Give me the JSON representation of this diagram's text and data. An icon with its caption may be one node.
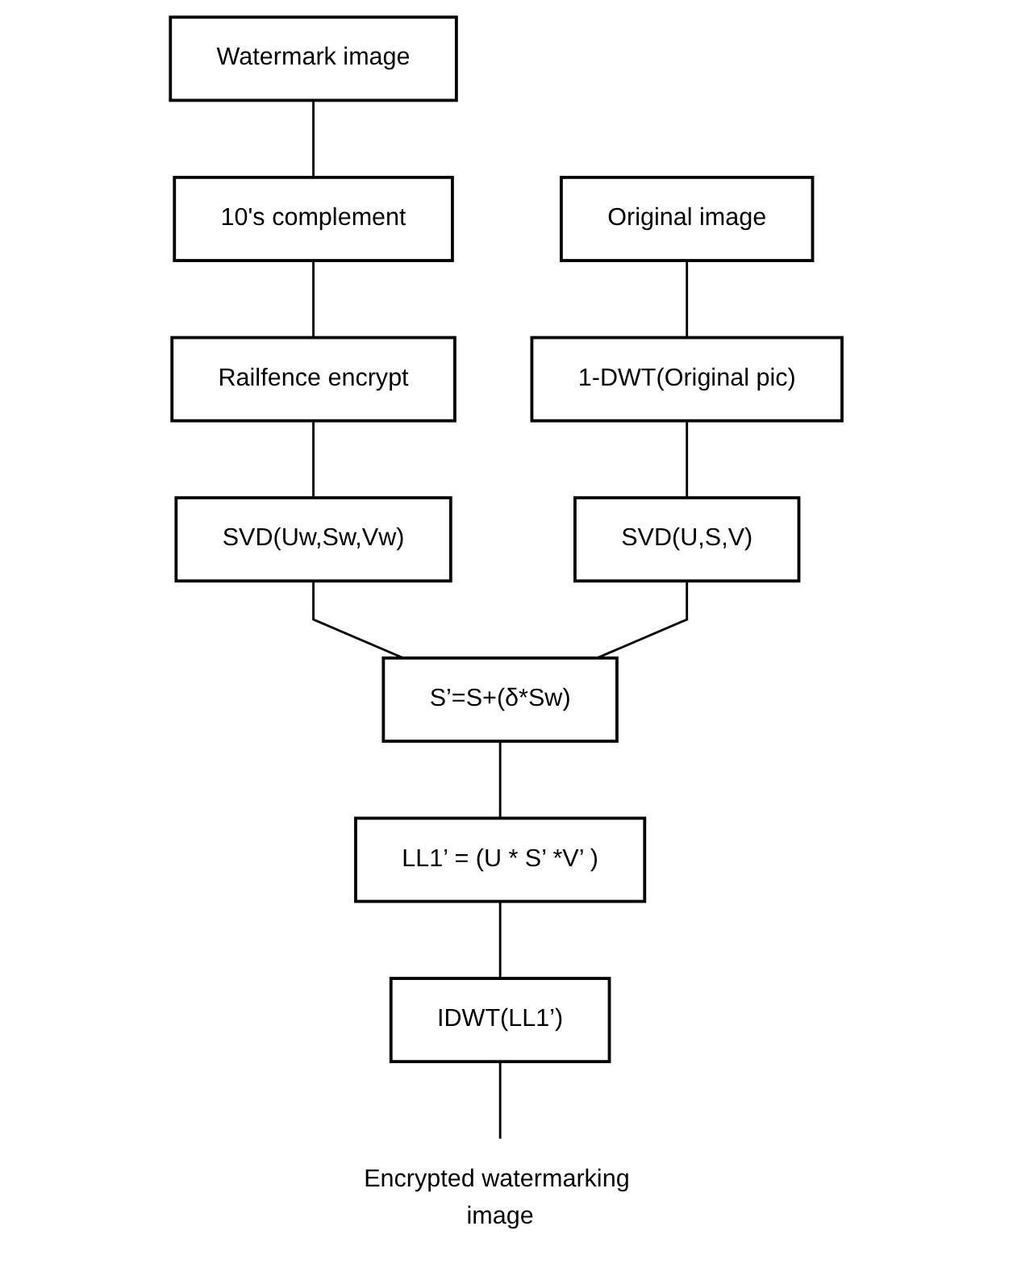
{
  "diagram": {
    "nodes": [
      {
        "text": [
          "Watermark image"
        ]
      },
      {
        "text": [
          "Original image"
        ]
      },
      {
        "text": [
          "10's complement"
        ]
      },
      {
        "text": [
          "1-DWT(Original pic)"
        ]
      },
      {
        "text": [
          "Railfence encrypt"
        ]
      },
      {
        "text": [
          "SVD(Uw,Sw,Vw)"
        ]
      },
      {
        "text": [
          "SVD(U,S,V)"
        ]
      },
      {
        "text": [
          "S’=S+(δ*Sw)"
        ]
      },
      {
        "text": [
          "LL1’ = (U * S’ *V’ )"
        ]
      },
      {
        "text": [
          "IDWT(LL1’)"
        ]
      },
      {
        "text": [
          "Encrypted watermarking image"
        ]
      }
    ],
    "edges": [
      {
        "from": 0,
        "to": 2,
        "arrow": "none"
      },
      {
        "from": 2,
        "to": 4,
        "arrow": "none"
      },
      {
        "from": 4,
        "to": 5,
        "arrow": "none"
      },
      {
        "from": 1,
        "to": 3,
        "arrow": "none"
      },
      {
        "from": 3,
        "to": 6,
        "arrow": "none"
      },
      {
        "from": 5,
        "to": 7,
        "arrow": "none"
      },
      {
        "from": 6,
        "to": 7,
        "arrow": "none"
      },
      {
        "from": 7,
        "to": 8,
        "arrow": "none"
      },
      {
        "from": 8,
        "to": 9,
        "arrow": "none"
      },
      {
        "from": 9,
        "to": 10,
        "arrow": "none"
      }
    ]
  }
}
